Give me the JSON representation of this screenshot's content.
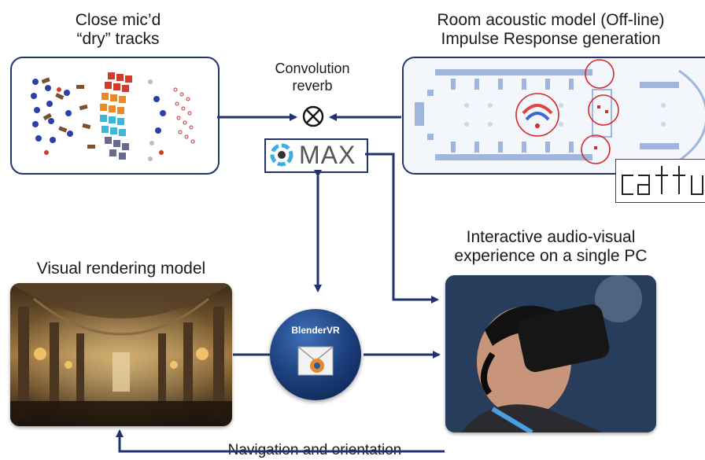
{
  "labels": {
    "dry_tracks": [
      "Close mic’d",
      "“dry” tracks"
    ],
    "convolution": [
      "Convolution",
      "reverb"
    ],
    "room_model": [
      "Room acoustic model (Off-line)",
      "Impulse Response generation"
    ],
    "interactive": [
      "Interactive audio-visual",
      "experience on a single PC"
    ],
    "visual_model": "Visual rendering model",
    "navigation": "Navigation and orientation"
  },
  "logos": {
    "max": "MAX",
    "blender": "BlenderVR",
    "catt": "catt"
  },
  "icons": {
    "convolution_symbol": "⊗"
  },
  "colors": {
    "arrow": "#1f3370",
    "panel_border": "#24336b"
  }
}
